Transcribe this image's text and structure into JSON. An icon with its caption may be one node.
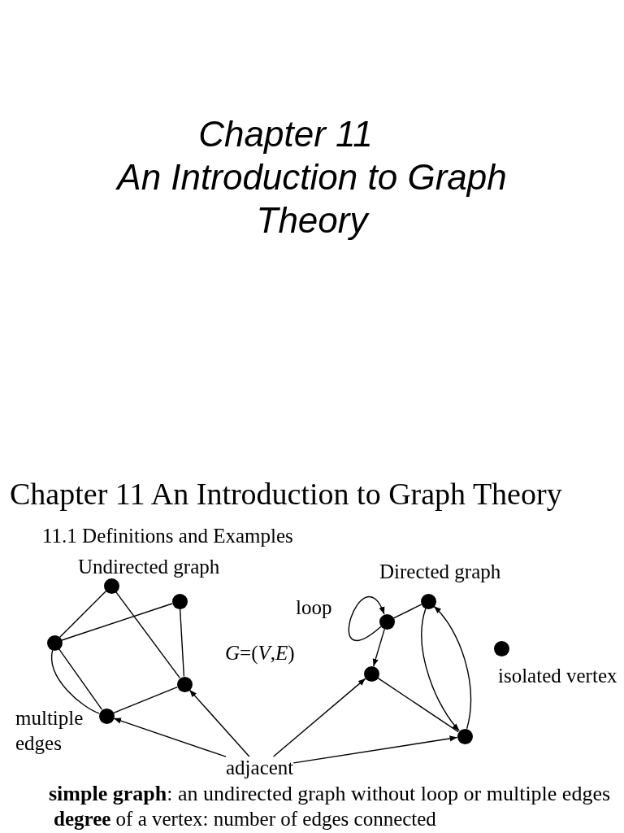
{
  "diagram": {
    "title": "Chapter 11 An Introduction to Graph Theory",
    "nodes": [
      {
        "text": [],
        "shape": "circle"
      },
      {
        "text": [],
        "shape": "circle"
      },
      {
        "text": [],
        "shape": "circle"
      },
      {
        "text": [],
        "shape": "circle"
      },
      {
        "text": [],
        "shape": "circle"
      },
      {
        "text": [],
        "shape": "circle"
      },
      {
        "text": [],
        "shape": "circle"
      },
      {
        "text": [],
        "shape": "circle",
        "beside": [
          "isolated vertex"
        ]
      },
      {
        "text": [],
        "shape": "circle"
      },
      {
        "text": [],
        "shape": "circle"
      },
      {
        "text": [
          "adjacent"
        ]
      }
    ],
    "edges": [
      {
        "from": 0,
        "to": 2,
        "arrow": "none"
      },
      {
        "from": 0,
        "to": 3,
        "arrow": "none"
      },
      {
        "from": 1,
        "to": 2,
        "arrow": "none"
      },
      {
        "from": 1,
        "to": 3,
        "arrow": "none"
      },
      {
        "from": 2,
        "to": 4,
        "arrow": "none"
      },
      {
        "from": 2,
        "to": 4,
        "arrow": "none"
      },
      {
        "from": 4,
        "to": 3,
        "arrow": "none"
      },
      {
        "from": 6,
        "to": 6,
        "arrow": "to"
      },
      {
        "from": 5,
        "to": 6,
        "arrow": "none"
      },
      {
        "from": 6,
        "to": 8,
        "arrow": "to"
      },
      {
        "from": 8,
        "to": 9,
        "arrow": "none"
      },
      {
        "from": 5,
        "to": 9,
        "arrow": "to"
      },
      {
        "from": 9,
        "to": 5,
        "arrow": "to"
      },
      {
        "from": 10,
        "to": 4,
        "arrow": "to"
      },
      {
        "from": 10,
        "to": 3,
        "arrow": "to"
      },
      {
        "from": 10,
        "to": 8,
        "arrow": "to"
      },
      {
        "from": 10,
        "to": 9,
        "arrow": "to"
      }
    ],
    "labels": [
      "Chapter 11 An Introduction to Graph Theory",
      "11.1 Definitions and Examples",
      "Undirected graph",
      "Directed graph",
      "loop",
      "*G*=(*V*,*E*)",
      "multiple edges",
      "**simple graph**: an undirected graph without loop or multiple edges",
      "**degree** of a vertex: number of edges connected"
    ]
  }
}
